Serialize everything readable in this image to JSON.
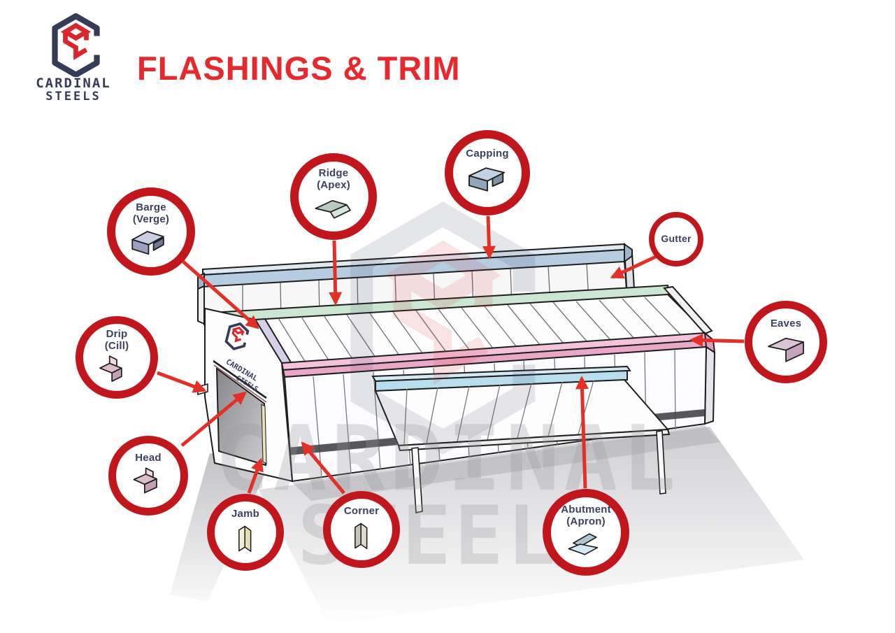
{
  "header": {
    "brand_line1": "CARDINAL",
    "brand_line2": "STEELS",
    "title": "FLASHINGS & TRIM"
  },
  "watermark": {
    "line1": "CARDINAL",
    "line2": "STEELS"
  },
  "gable_sign": {
    "line1": "CARDINAL",
    "line2": "STEELS"
  },
  "colors": {
    "title_red": "#e8282c",
    "ring_red": "#c1171c",
    "arrow_red": "#e23026",
    "navy_text": "#3c415e",
    "logo_navy": "#363b58",
    "logo_red": "#d8262c",
    "capping_blue": "#b6cde1",
    "gutter_green": "#cbe7d2",
    "barge_lilac": "#d6cfe7",
    "eaves_pink": "#f3c3dc",
    "abutment_blue": "#b7ddef",
    "jamb_cream": "#e9e5bd"
  },
  "callouts": [
    {
      "id": "barge",
      "label1": "Barge",
      "label2": "(Verge)",
      "icon": "barge-profile-icon"
    },
    {
      "id": "ridge",
      "label1": "Ridge",
      "label2": "(Apex)",
      "icon": "ridge-profile-icon"
    },
    {
      "id": "capping",
      "label1": "Capping",
      "label2": "",
      "icon": "capping-profile-icon"
    },
    {
      "id": "gutter",
      "label1": "Gutter",
      "label2": "",
      "icon": ""
    },
    {
      "id": "eaves",
      "label1": "Eaves",
      "label2": "",
      "icon": "eaves-profile-icon"
    },
    {
      "id": "drip",
      "label1": "Drip",
      "label2": "(Cill)",
      "icon": "drip-profile-icon"
    },
    {
      "id": "head",
      "label1": "Head",
      "label2": "",
      "icon": "head-profile-icon"
    },
    {
      "id": "jamb",
      "label1": "Jamb",
      "label2": "",
      "icon": "jamb-profile-icon"
    },
    {
      "id": "corner",
      "label1": "Corner",
      "label2": "",
      "icon": "corner-profile-icon"
    },
    {
      "id": "abutment",
      "label1": "Abutment",
      "label2": "(Apron)",
      "icon": "abutment-profile-icon"
    }
  ]
}
